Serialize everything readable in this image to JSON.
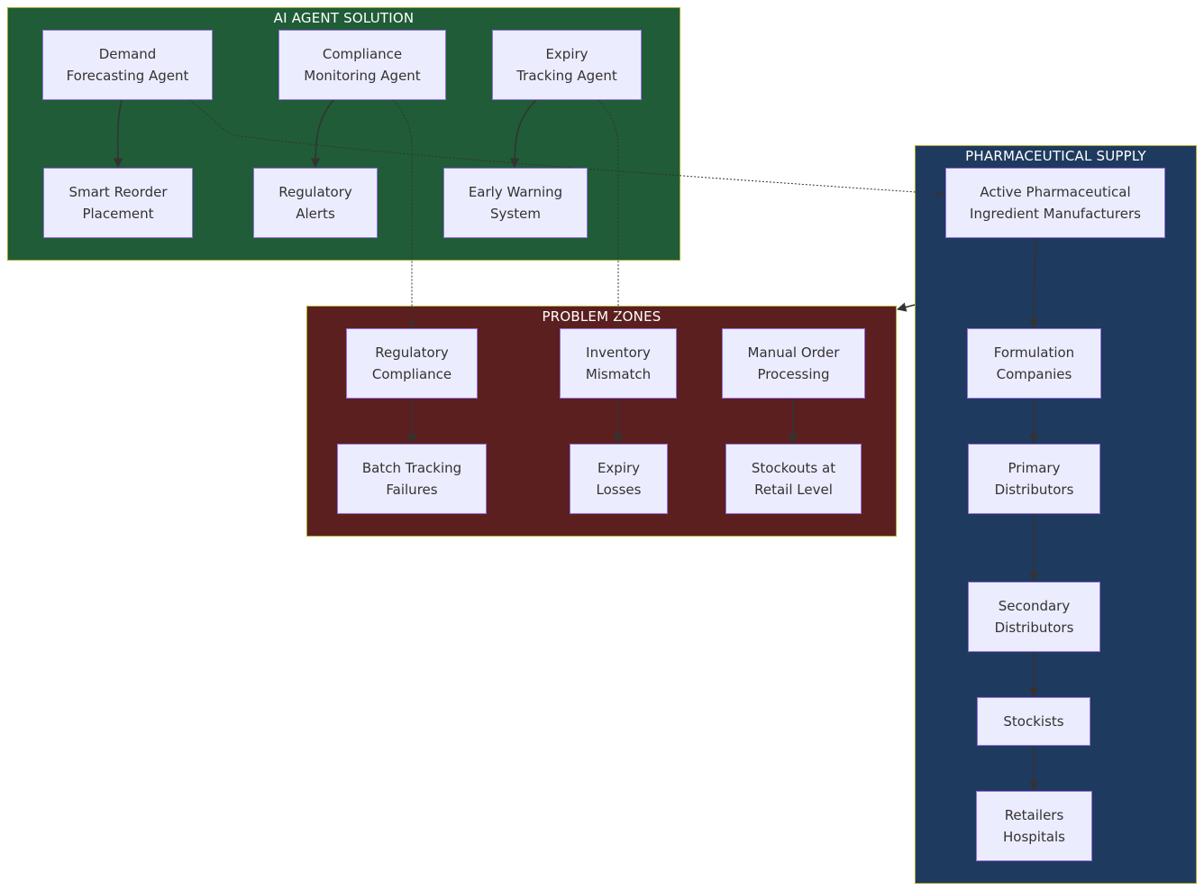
{
  "clusters": {
    "ai": {
      "title": "AI AGENT SOLUTION"
    },
    "problem": {
      "title": "PROBLEM ZONES"
    },
    "pharma": {
      "title": "PHARMACEUTICAL SUPPLY"
    }
  },
  "nodes": {
    "demand_agent": "Demand\nForecasting Agent",
    "compliance_agent": "Compliance\nMonitoring Agent",
    "expiry_agent": "Expiry\nTracking Agent",
    "smart_reorder": "Smart Reorder\nPlacement",
    "regulatory_alerts": "Regulatory\nAlerts",
    "early_warning": "Early Warning\nSystem",
    "regulatory_compliance": "Regulatory\nCompliance",
    "inventory_mismatch": "Inventory\nMismatch",
    "manual_order": "Manual Order\nProcessing",
    "batch_tracking": "Batch Tracking\nFailures",
    "expiry_losses": "Expiry\nLosses",
    "stockouts": "Stockouts at\nRetail Level",
    "api_manufacturers": "Active Pharmaceutical\nIngredient Manufacturers",
    "formulation": "Formulation\nCompanies",
    "primary": "Primary\nDistributors",
    "secondary": "Secondary\nDistributors",
    "stockists": "Stockists",
    "retailers": "Retailers\nHospitals"
  },
  "colors": {
    "ai_cluster": "#1f5c37",
    "problem_cluster": "#5c1f1f",
    "pharma_cluster": "#1f3a5f",
    "node_fill": "#ececff",
    "node_border": "#9370db",
    "edge": "#333333"
  }
}
